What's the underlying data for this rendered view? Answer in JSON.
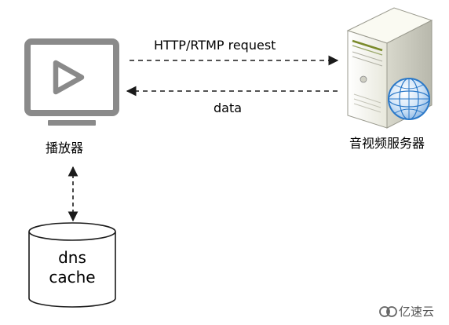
{
  "diagram": {
    "request_label": "HTTP/RTMP request",
    "response_label": "data",
    "player_label": "播放器",
    "server_label": "音视频服务器",
    "cache_label_line1": "dns",
    "cache_label_line2": "cache"
  },
  "watermark": {
    "text": "亿速云"
  },
  "colors": {
    "player_icon": "#8a8a8a",
    "arrow": "#1a1a1a",
    "server_body": "#f4f4ea",
    "globe": "#2a78c8"
  },
  "icons": {
    "player": "video-player-icon",
    "server": "server-icon",
    "cache": "database-cylinder-icon"
  }
}
